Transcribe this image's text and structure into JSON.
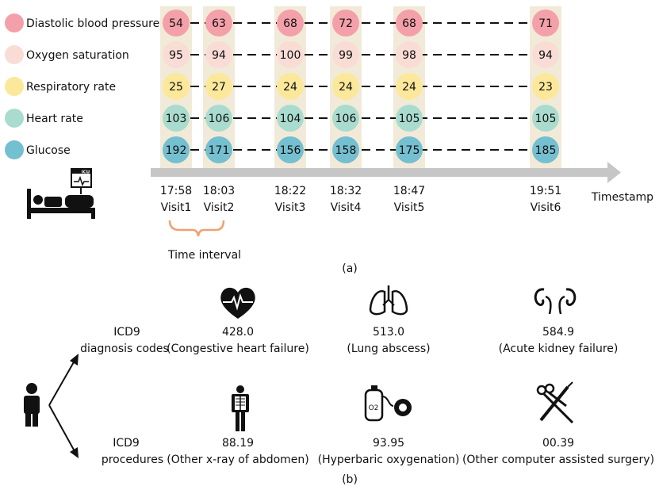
{
  "part_a": {
    "legend": [
      {
        "label": "Diastolic blood pressure",
        "color": "#f4a0aa"
      },
      {
        "label": "Oxygen saturation",
        "color": "#f9dcd6"
      },
      {
        "label": "Respiratory rate",
        "color": "#fbe89a"
      },
      {
        "label": "Heart rate",
        "color": "#a9dccf"
      },
      {
        "label": "Glucose",
        "color": "#74bfd0"
      }
    ],
    "visits": [
      {
        "time": "17:58",
        "label": "Visit1",
        "values": [
          "54",
          "95",
          "25",
          "103",
          "192"
        ]
      },
      {
        "time": "18:03",
        "label": "Visit2",
        "values": [
          "63",
          "94",
          "27",
          "106",
          "171"
        ]
      },
      {
        "time": "18:22",
        "label": "Visit3",
        "values": [
          "68",
          "100",
          "24",
          "104",
          "156"
        ]
      },
      {
        "time": "18:32",
        "label": "Visit4",
        "values": [
          "72",
          "99",
          "24",
          "106",
          "158"
        ]
      },
      {
        "time": "18:47",
        "label": "Visit5",
        "values": [
          "68",
          "98",
          "24",
          "105",
          "175"
        ]
      },
      {
        "time": "19:51",
        "label": "Visit6",
        "values": [
          "71",
          "94",
          "23",
          "105",
          "185"
        ]
      }
    ],
    "axis_label": "Timestamp",
    "icu_sign": "ICU",
    "time_interval_label": "Time interval",
    "column_bg": "#f2ead8",
    "axis_color": "#c6c6c6",
    "brace_color": "#f0a070",
    "caption": "(a)"
  },
  "part_b": {
    "row1_label": [
      "ICD9",
      "diagnosis codes"
    ],
    "row2_label": [
      "ICD9",
      "procedures"
    ],
    "diagnoses": [
      {
        "code": "428.0",
        "name": "(Congestive heart failure)",
        "icon": "heart-ecg-icon"
      },
      {
        "code": "513.0",
        "name": "(Lung abscess)",
        "icon": "lungs-icon"
      },
      {
        "code": "584.9",
        "name": "(Acute kidney failure)",
        "icon": "kidneys-icon"
      }
    ],
    "procedures": [
      {
        "code": "88.19",
        "name": "(Other x-ray of abdomen)",
        "icon": "xray-icon"
      },
      {
        "code": "93.95",
        "name": "(Hyperbaric oxygenation)",
        "icon": "oxygen-tank-icon"
      },
      {
        "code": "00.39",
        "name": "(Other computer assisted surgery)",
        "icon": "surgical-tools-icon"
      }
    ],
    "o2_label": "O2",
    "caption": "(b)"
  }
}
